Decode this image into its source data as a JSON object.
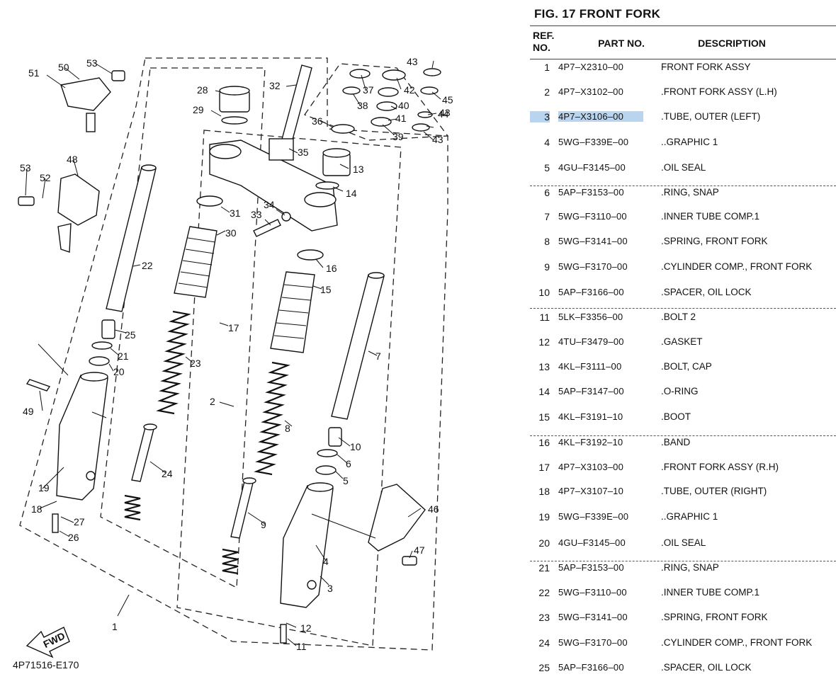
{
  "figure": {
    "title": "FIG.  17   FRONT FORK",
    "drawing_code": "4P71516-E170",
    "fwd_label": "FWD"
  },
  "table": {
    "headers": {
      "ref": "REF.\nNO.",
      "part_no": "PART NO.",
      "description": "DESCRIPTION"
    },
    "rows": [
      {
        "ref": "1",
        "part_no": "4P7–X2310–00",
        "description": "FRONT FORK ASSY",
        "highlight": false
      },
      {
        "ref": "2",
        "part_no": "4P7–X3102–00",
        "description": ".FRONT FORK ASSY (L.H)",
        "highlight": false
      },
      {
        "ref": "3",
        "part_no": "4P7–X3106–00",
        "description": ".TUBE, OUTER (LEFT)",
        "highlight": true
      },
      {
        "ref": "4",
        "part_no": "5WG–F339E–00",
        "description": "..GRAPHIC 1",
        "highlight": false
      },
      {
        "ref": "5",
        "part_no": "4GU–F3145–00",
        "description": ".OIL SEAL",
        "highlight": false
      },
      {
        "ref": "6",
        "part_no": "5AP–F3153–00",
        "description": ".RING, SNAP",
        "highlight": false
      },
      {
        "ref": "7",
        "part_no": "5WG–F3110–00",
        "description": ".INNER TUBE COMP.1",
        "highlight": false
      },
      {
        "ref": "8",
        "part_no": "5WG–F3141–00",
        "description": ".SPRING, FRONT FORK",
        "highlight": false
      },
      {
        "ref": "9",
        "part_no": "5WG–F3170–00",
        "description": ".CYLINDER COMP., FRONT FORK",
        "highlight": false
      },
      {
        "ref": "10",
        "part_no": "5AP–F3166–00",
        "description": ".SPACER, OIL LOCK",
        "highlight": false
      },
      {
        "ref": "11",
        "part_no": "5LK–F3356–00",
        "description": ".BOLT 2",
        "highlight": false
      },
      {
        "ref": "12",
        "part_no": "4TU–F3479–00",
        "description": ".GASKET",
        "highlight": false
      },
      {
        "ref": "13",
        "part_no": "4KL–F3111–00",
        "description": ".BOLT, CAP",
        "highlight": false
      },
      {
        "ref": "14",
        "part_no": "5AP–F3147–00",
        "description": ".O-RING",
        "highlight": false
      },
      {
        "ref": "15",
        "part_no": "4KL–F3191–10",
        "description": ".BOOT",
        "highlight": false
      },
      {
        "ref": "16",
        "part_no": "4KL–F3192–10",
        "description": ".BAND",
        "highlight": false
      },
      {
        "ref": "17",
        "part_no": "4P7–X3103–00",
        "description": ".FRONT FORK ASSY (R.H)",
        "highlight": false
      },
      {
        "ref": "18",
        "part_no": "4P7–X3107–10",
        "description": ".TUBE, OUTER (RIGHT)",
        "highlight": false
      },
      {
        "ref": "19",
        "part_no": "5WG–F339E–00",
        "description": "..GRAPHIC 1",
        "highlight": false
      },
      {
        "ref": "20",
        "part_no": "4GU–F3145–00",
        "description": ".OIL SEAL",
        "highlight": false
      },
      {
        "ref": "21",
        "part_no": "5AP–F3153–00",
        "description": ".RING, SNAP",
        "highlight": false
      },
      {
        "ref": "22",
        "part_no": "5WG–F3110–00",
        "description": ".INNER TUBE COMP.1",
        "highlight": false
      },
      {
        "ref": "23",
        "part_no": "5WG–F3141–00",
        "description": ".SPRING, FRONT FORK",
        "highlight": false
      },
      {
        "ref": "24",
        "part_no": "5WG–F3170–00",
        "description": ".CYLINDER COMP., FRONT FORK",
        "highlight": false
      },
      {
        "ref": "25",
        "part_no": "5AP–F3166–00",
        "description": ".SPACER, OIL LOCK",
        "highlight": false
      }
    ]
  },
  "callouts": [
    "1",
    "2",
    "3",
    "4",
    "5",
    "6",
    "7",
    "8",
    "9",
    "10",
    "11",
    "12",
    "13",
    "14",
    "15",
    "16",
    "17",
    "18",
    "19",
    "20",
    "21",
    "22",
    "23",
    "24",
    "25",
    "26",
    "27",
    "28",
    "29",
    "30",
    "31",
    "32",
    "33",
    "34",
    "35",
    "36",
    "37",
    "38",
    "39",
    "40",
    "41",
    "42",
    "43",
    "44",
    "45",
    "43",
    "43",
    "46",
    "47",
    "48",
    "49",
    "50",
    "51",
    "52",
    "53",
    "53"
  ]
}
